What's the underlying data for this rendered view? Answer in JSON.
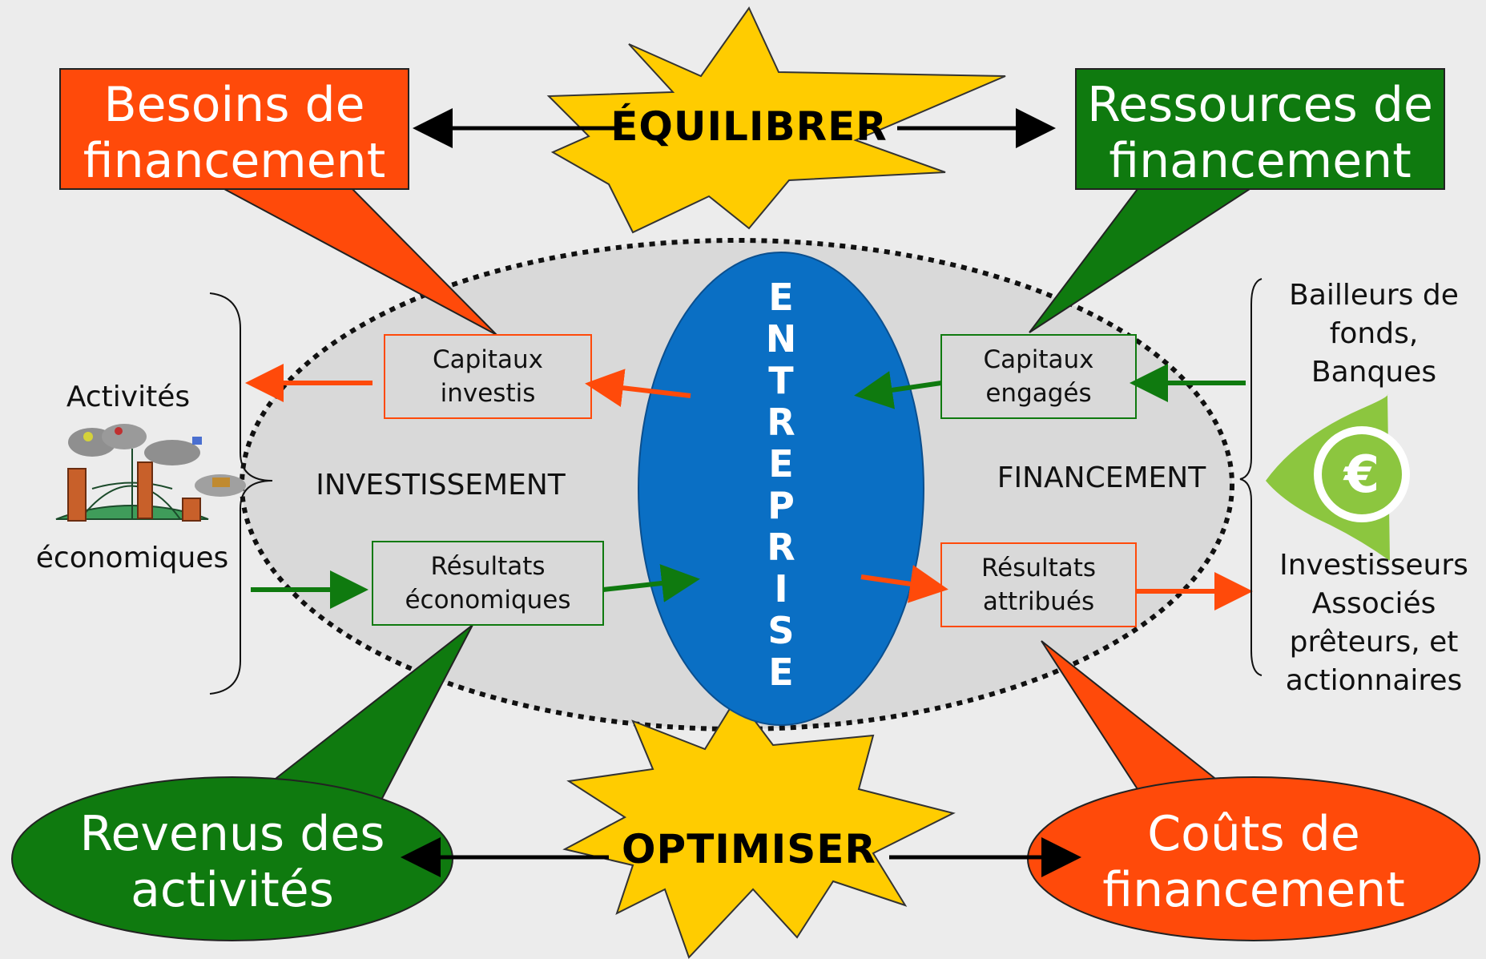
{
  "diagram": {
    "callouts": {
      "besoins": "Besoins de\nfinancement",
      "ressources": "Ressources de\nfinancement",
      "revenus": "Revenus des\nactivités",
      "couts": "Coûts de\nfinancement"
    },
    "stars": {
      "top": "ÉQUILIBRER",
      "bottom": "OPTIMISER"
    },
    "center": {
      "letters": [
        "E",
        "N",
        "T",
        "R",
        "E",
        "P",
        "R",
        "I",
        "S",
        "E"
      ]
    },
    "inner_labels": {
      "investissement": "INVESTISSEMENT",
      "financement": "FINANCEMENT"
    },
    "boxes": {
      "capitaux_investis": "Capitaux\ninvestis",
      "resultats_economiques": "Résultats\néconomiques",
      "capitaux_engages": "Capitaux\nengagés",
      "resultats_attribues": "Résultats\nattribués"
    },
    "left_side": {
      "line1": "Activités",
      "line2": "économiques"
    },
    "right_side": {
      "top": "Bailleurs de\nfonds,\nBanques",
      "bottom": "Investisseurs\nAssociés\nprêteurs, et\nactionnaires"
    },
    "colors": {
      "orange": "#ff4a0a",
      "green": "#0f7a0f",
      "blue": "#0a6fc4",
      "yellow": "#ffcc00",
      "lime": "#8cc63f"
    },
    "icons": [
      "factory-globe-icon",
      "euro-icon"
    ]
  }
}
